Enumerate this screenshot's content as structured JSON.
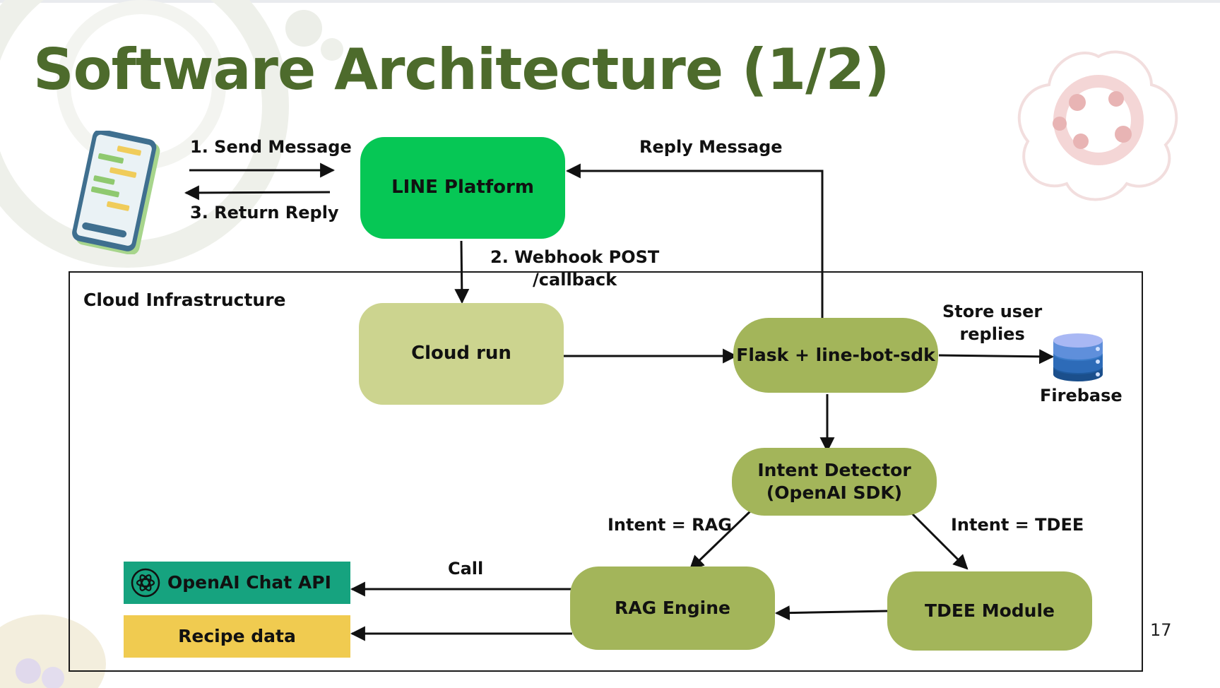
{
  "slide": {
    "title": "Software Architecture (1/2)",
    "slide_number": "17"
  },
  "colors": {
    "title": "#4d6b2c",
    "line_platform": "#06c755",
    "cloud_run": "#ccd48f",
    "component": "#a3b55a",
    "openai_api": "#16a37f",
    "recipe_data": "#f0cb50"
  },
  "diagram": {
    "cloud_label": "Cloud Infrastructure",
    "nodes": {
      "line_platform": "LINE Platform",
      "cloud_run": "Cloud run",
      "flask": "Flask + line-bot-sdk",
      "intent_line1": "Intent Detector",
      "intent_line2": "(OpenAI SDK)",
      "rag": "RAG Engine",
      "tdee": "TDEE Module",
      "openai_api": "OpenAI Chat API",
      "recipe": "Recipe data",
      "firebase": "Firebase"
    },
    "edges": {
      "send": "1. Send Message",
      "return": "3. Return Reply",
      "reply": "Reply Message",
      "webhook_line1": "2. Webhook POST",
      "webhook_line2": "/callback",
      "store_line1": "Store user",
      "store_line2": "replies",
      "intent_rag": "Intent = RAG",
      "intent_tdee": "Intent = TDEE",
      "call": "Call"
    },
    "icons": {
      "phone": "smartphone-chat-icon",
      "firebase": "database-icon",
      "openai": "openai-logo-icon"
    }
  }
}
